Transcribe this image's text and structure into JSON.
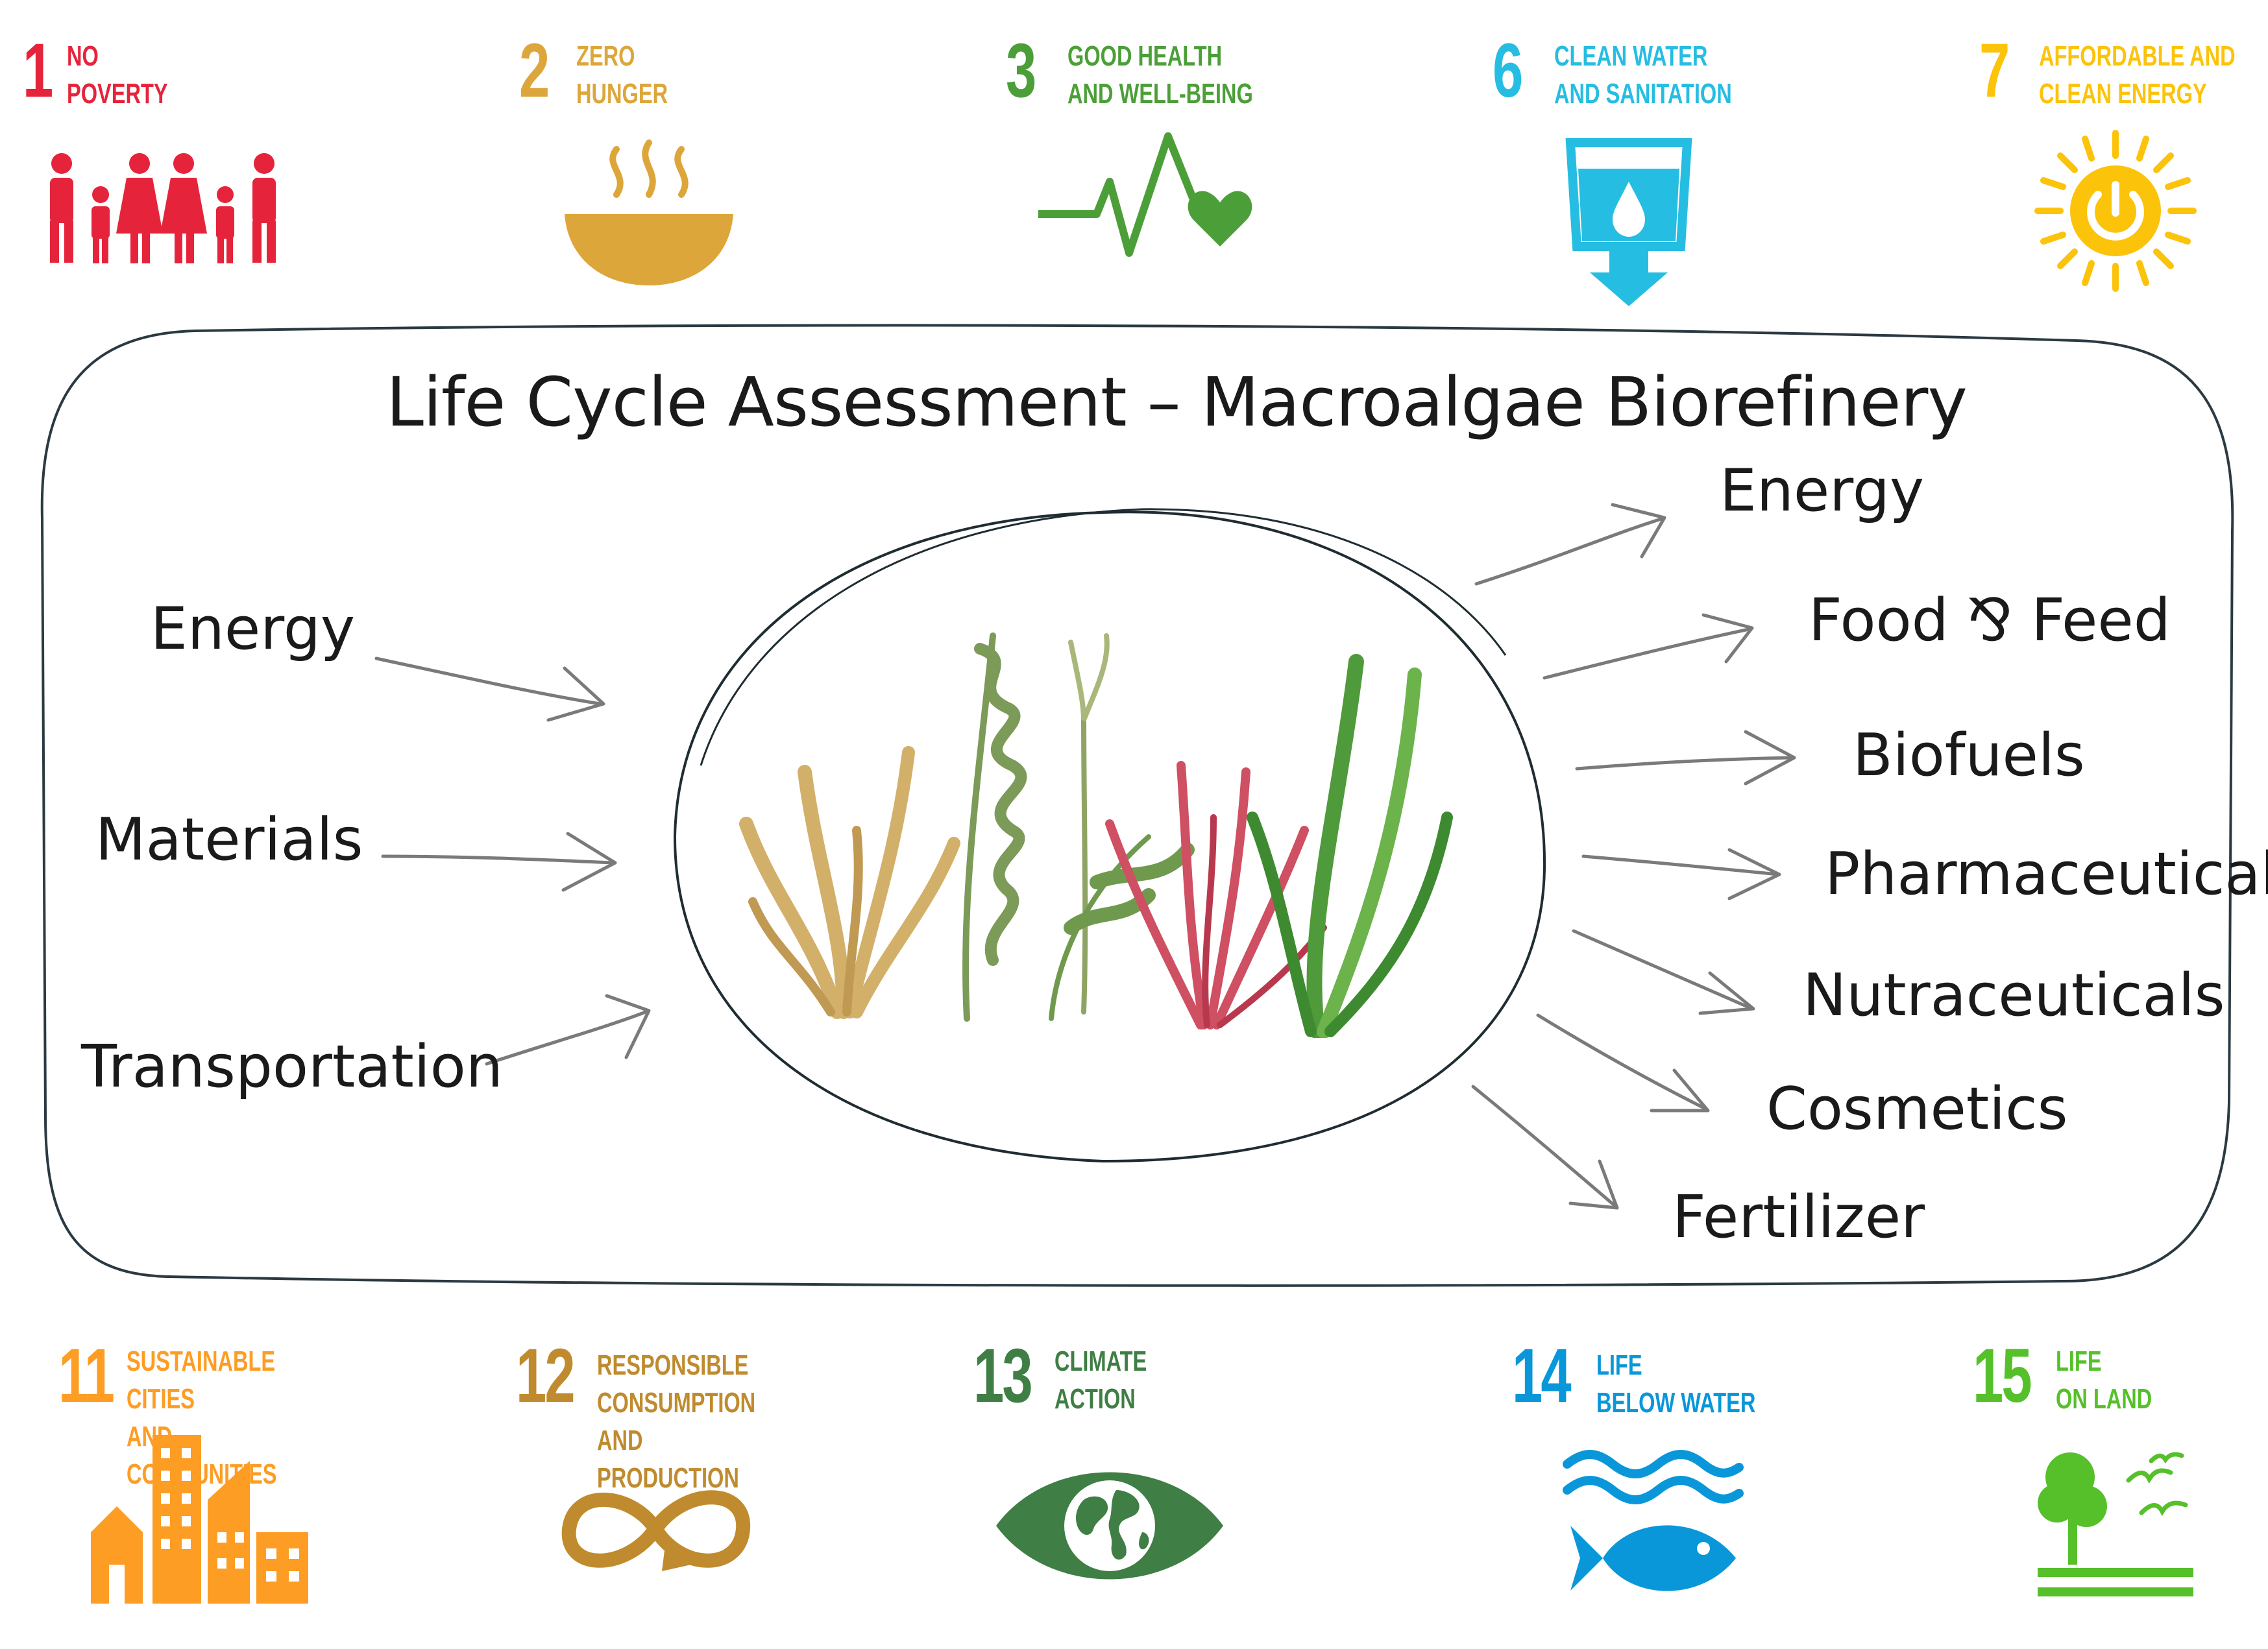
{
  "title": "Life Cycle Assessment – Macroalgae Biorefinery",
  "inputs": [
    "Energy",
    "Materials",
    "Transportation"
  ],
  "outputs": [
    "Energy",
    "Food ⅋ Feed",
    "Biofuels",
    "Pharmaceuticals",
    "Nutraceuticals",
    "Cosmetics",
    "Fertilizer"
  ],
  "sdg_top": [
    {
      "number": "1",
      "label": "NO\nPOVERTY",
      "color": "#E5243B",
      "icon": "family-icon"
    },
    {
      "number": "2",
      "label": "ZERO\nHUNGER",
      "color": "#DDA63A",
      "icon": "bowl-icon"
    },
    {
      "number": "3",
      "label": "GOOD HEALTH\nAND WELL-BEING",
      "color": "#4C9F38",
      "icon": "heartbeat-icon"
    },
    {
      "number": "6",
      "label": "CLEAN WATER\nAND SANITATION",
      "color": "#26BDE2",
      "icon": "water-glass-icon"
    },
    {
      "number": "7",
      "label": "AFFORDABLE AND\nCLEAN ENERGY",
      "color": "#FCC30B",
      "icon": "sun-power-icon"
    }
  ],
  "sdg_bottom": [
    {
      "number": "11",
      "label": "SUSTAINABLE CITIES\nAND COMMUNITIES",
      "color": "#FD9D24",
      "icon": "city-icon"
    },
    {
      "number": "12",
      "label": "RESPONSIBLE\nCONSUMPTION\nAND PRODUCTION",
      "color": "#BF8B2E",
      "icon": "infinity-icon"
    },
    {
      "number": "13",
      "label": "CLIMATE\nACTION",
      "color": "#3F7E44",
      "icon": "earth-eye-icon"
    },
    {
      "number": "14",
      "label": "LIFE\nBELOW WATER",
      "color": "#0A97D9",
      "icon": "fish-icon"
    },
    {
      "number": "15",
      "label": "LIFE\nON LAND",
      "color": "#56C02B",
      "icon": "tree-icon"
    }
  ]
}
